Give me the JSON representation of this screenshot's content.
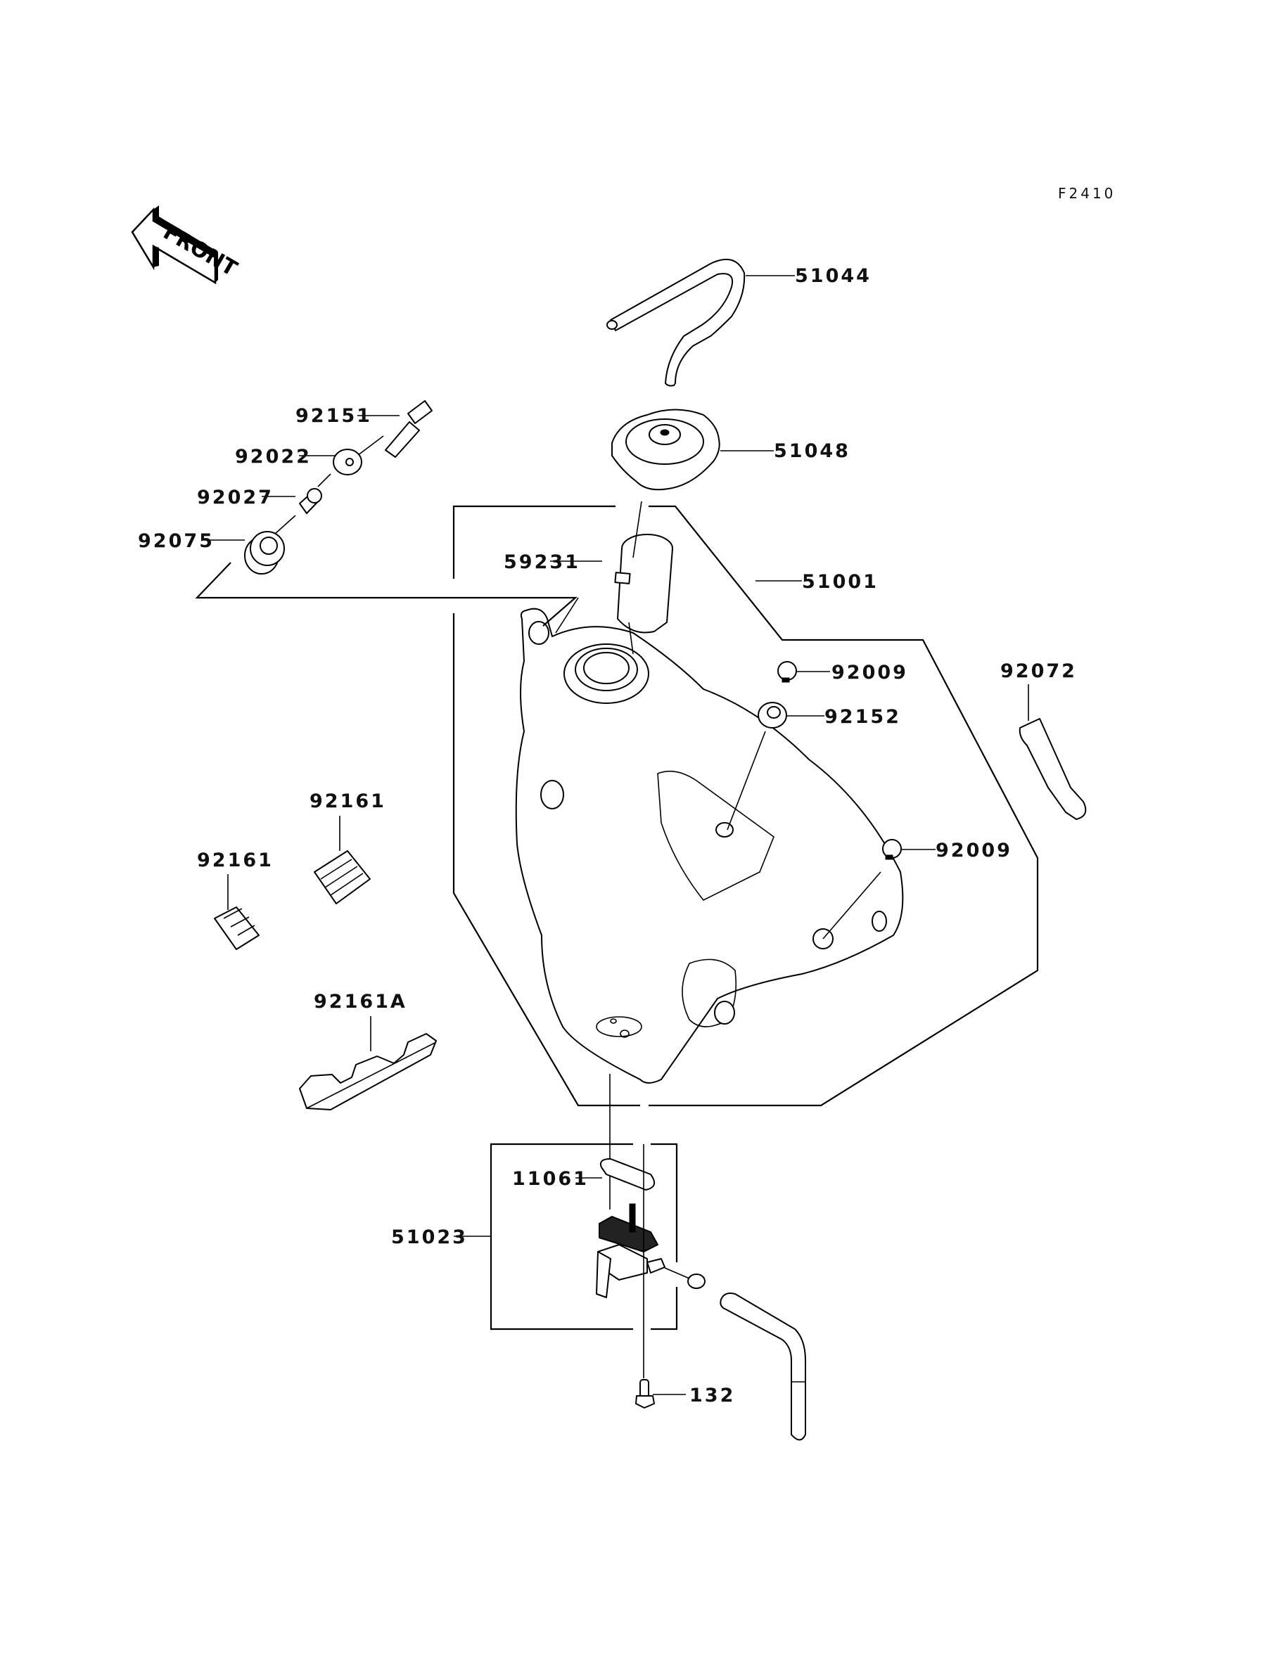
{
  "diagram": {
    "figure_code": "F2410",
    "direction_indicator": {
      "label": "FRONT",
      "icon": "front-arrow-icon"
    },
    "parts": [
      {
        "id": "51044",
        "name": "breather-hose"
      },
      {
        "id": "51048",
        "name": "fuel-cap"
      },
      {
        "id": "59231",
        "name": "filler-neck"
      },
      {
        "id": "51001",
        "name": "fuel-tank"
      },
      {
        "id": "92151",
        "name": "bolt"
      },
      {
        "id": "92022",
        "name": "washer"
      },
      {
        "id": "92027",
        "name": "collar"
      },
      {
        "id": "92075",
        "name": "damper"
      },
      {
        "id": "92009",
        "name": "screw-upper"
      },
      {
        "id": "92152",
        "name": "grommet"
      },
      {
        "id": "92009",
        "name": "screw-lower"
      },
      {
        "id": "92072",
        "name": "band"
      },
      {
        "id": "92161",
        "name": "damper-left"
      },
      {
        "id": "92161",
        "name": "damper-right"
      },
      {
        "id": "92161A",
        "name": "damper-rail"
      },
      {
        "id": "11061",
        "name": "gasket"
      },
      {
        "id": "51023",
        "name": "fuel-cock-assembly"
      },
      {
        "id": "132",
        "name": "drain-bolt"
      }
    ]
  }
}
